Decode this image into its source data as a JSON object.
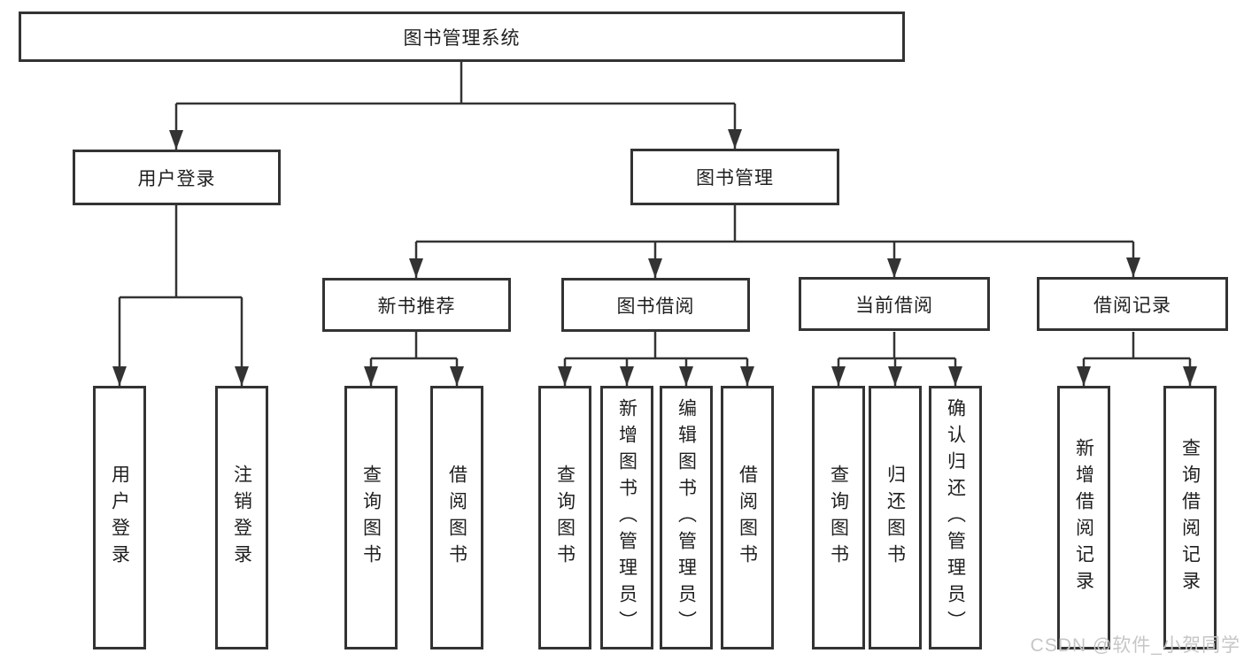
{
  "diagram": {
    "root": {
      "label": "图书管理系统"
    },
    "level2": [
      {
        "label": "用户登录"
      },
      {
        "label": "图书管理"
      }
    ],
    "level3": [
      {
        "label": "新书推荐"
      },
      {
        "label": "图书借阅"
      },
      {
        "label": "当前借阅"
      },
      {
        "label": "借阅记录"
      }
    ],
    "leaves": {
      "user_login": [
        "用户登录",
        "注销登录"
      ],
      "new_book_recommend": [
        "查询图书",
        "借阅图书"
      ],
      "book_borrow": [
        "查询图书",
        "新增图书（管理员）",
        "编辑图书（管理员）",
        "借阅图书"
      ],
      "current_borrow": [
        "查询图书",
        "归还图书",
        "确认归还（管理员）"
      ],
      "borrow_record": [
        "新增借阅记录",
        "查询借阅记录"
      ]
    }
  },
  "watermark": {
    "text": "CSDN @软件_小贺同学"
  },
  "colors": {
    "line": "#333333",
    "box_border": "#333333",
    "text": "#1f1f1f",
    "background": "#ffffff",
    "watermark": "#c6c6c6"
  }
}
